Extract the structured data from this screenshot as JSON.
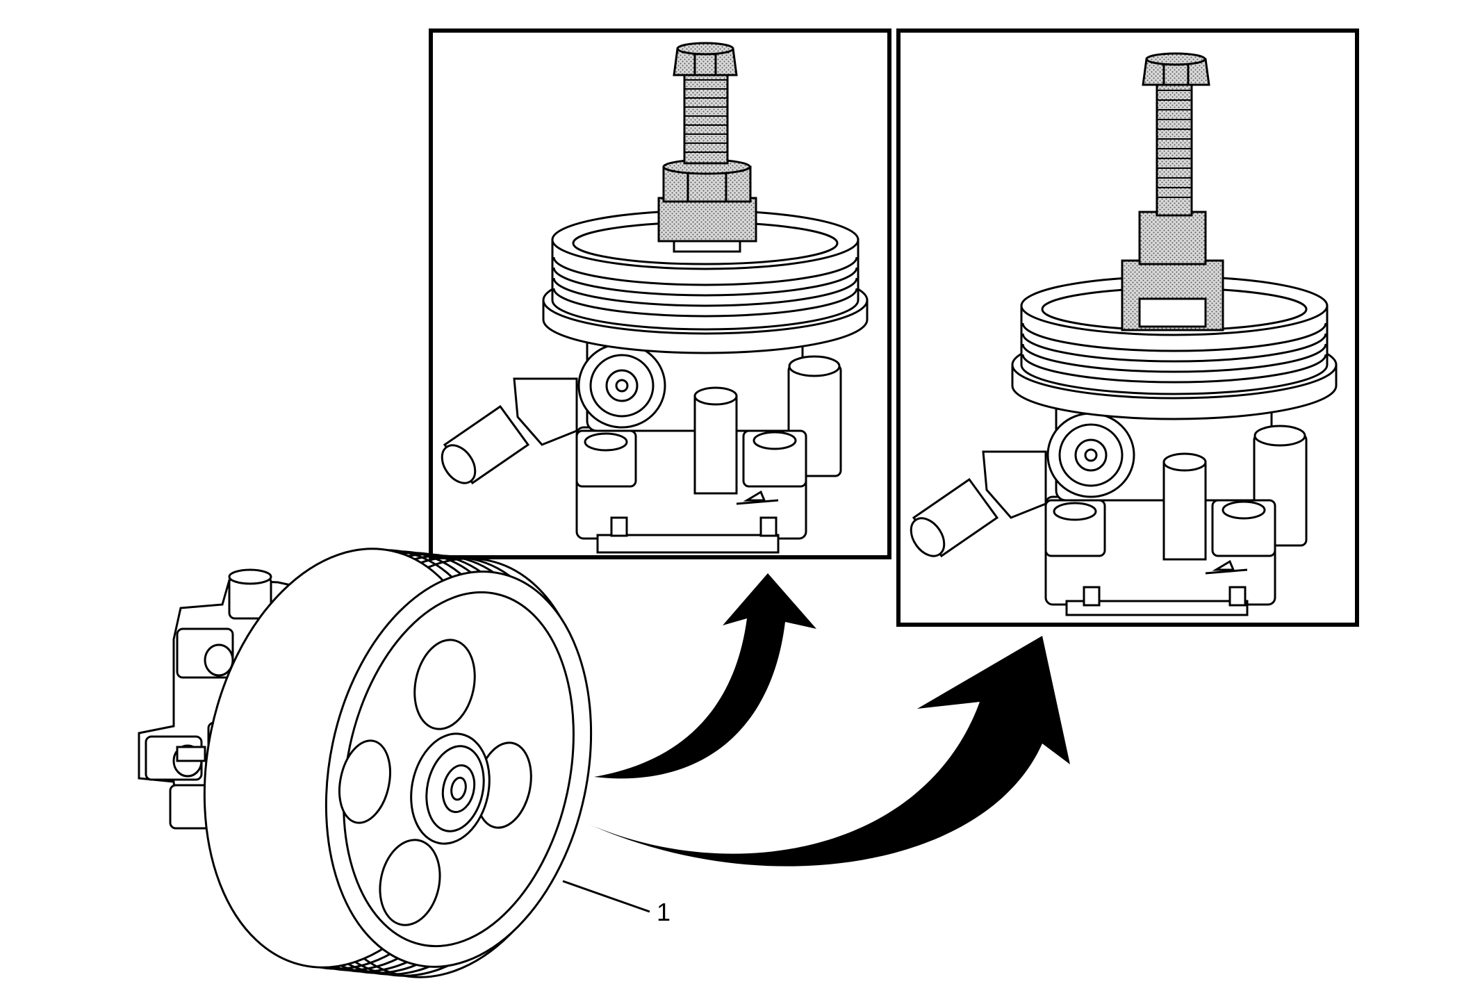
{
  "diagram": {
    "callouts": [
      {
        "id": 1,
        "label": "1",
        "target": "power-steering-pump-pulley"
      }
    ],
    "panels": [
      {
        "name": "tool-start-panel",
        "depicts": "pulley-installer-on-pump-pulley-start"
      },
      {
        "name": "tool-seated-panel",
        "depicts": "pulley-installer-pressed-pulley-seated"
      }
    ],
    "arrows": [
      {
        "from": "pump-assembly",
        "to": "tool-start-panel"
      },
      {
        "from": "pump-assembly",
        "to": "tool-seated-panel"
      }
    ],
    "colors": {
      "line": "#000000",
      "background": "#ffffff",
      "tool_fill": "#9a9a9a"
    }
  }
}
